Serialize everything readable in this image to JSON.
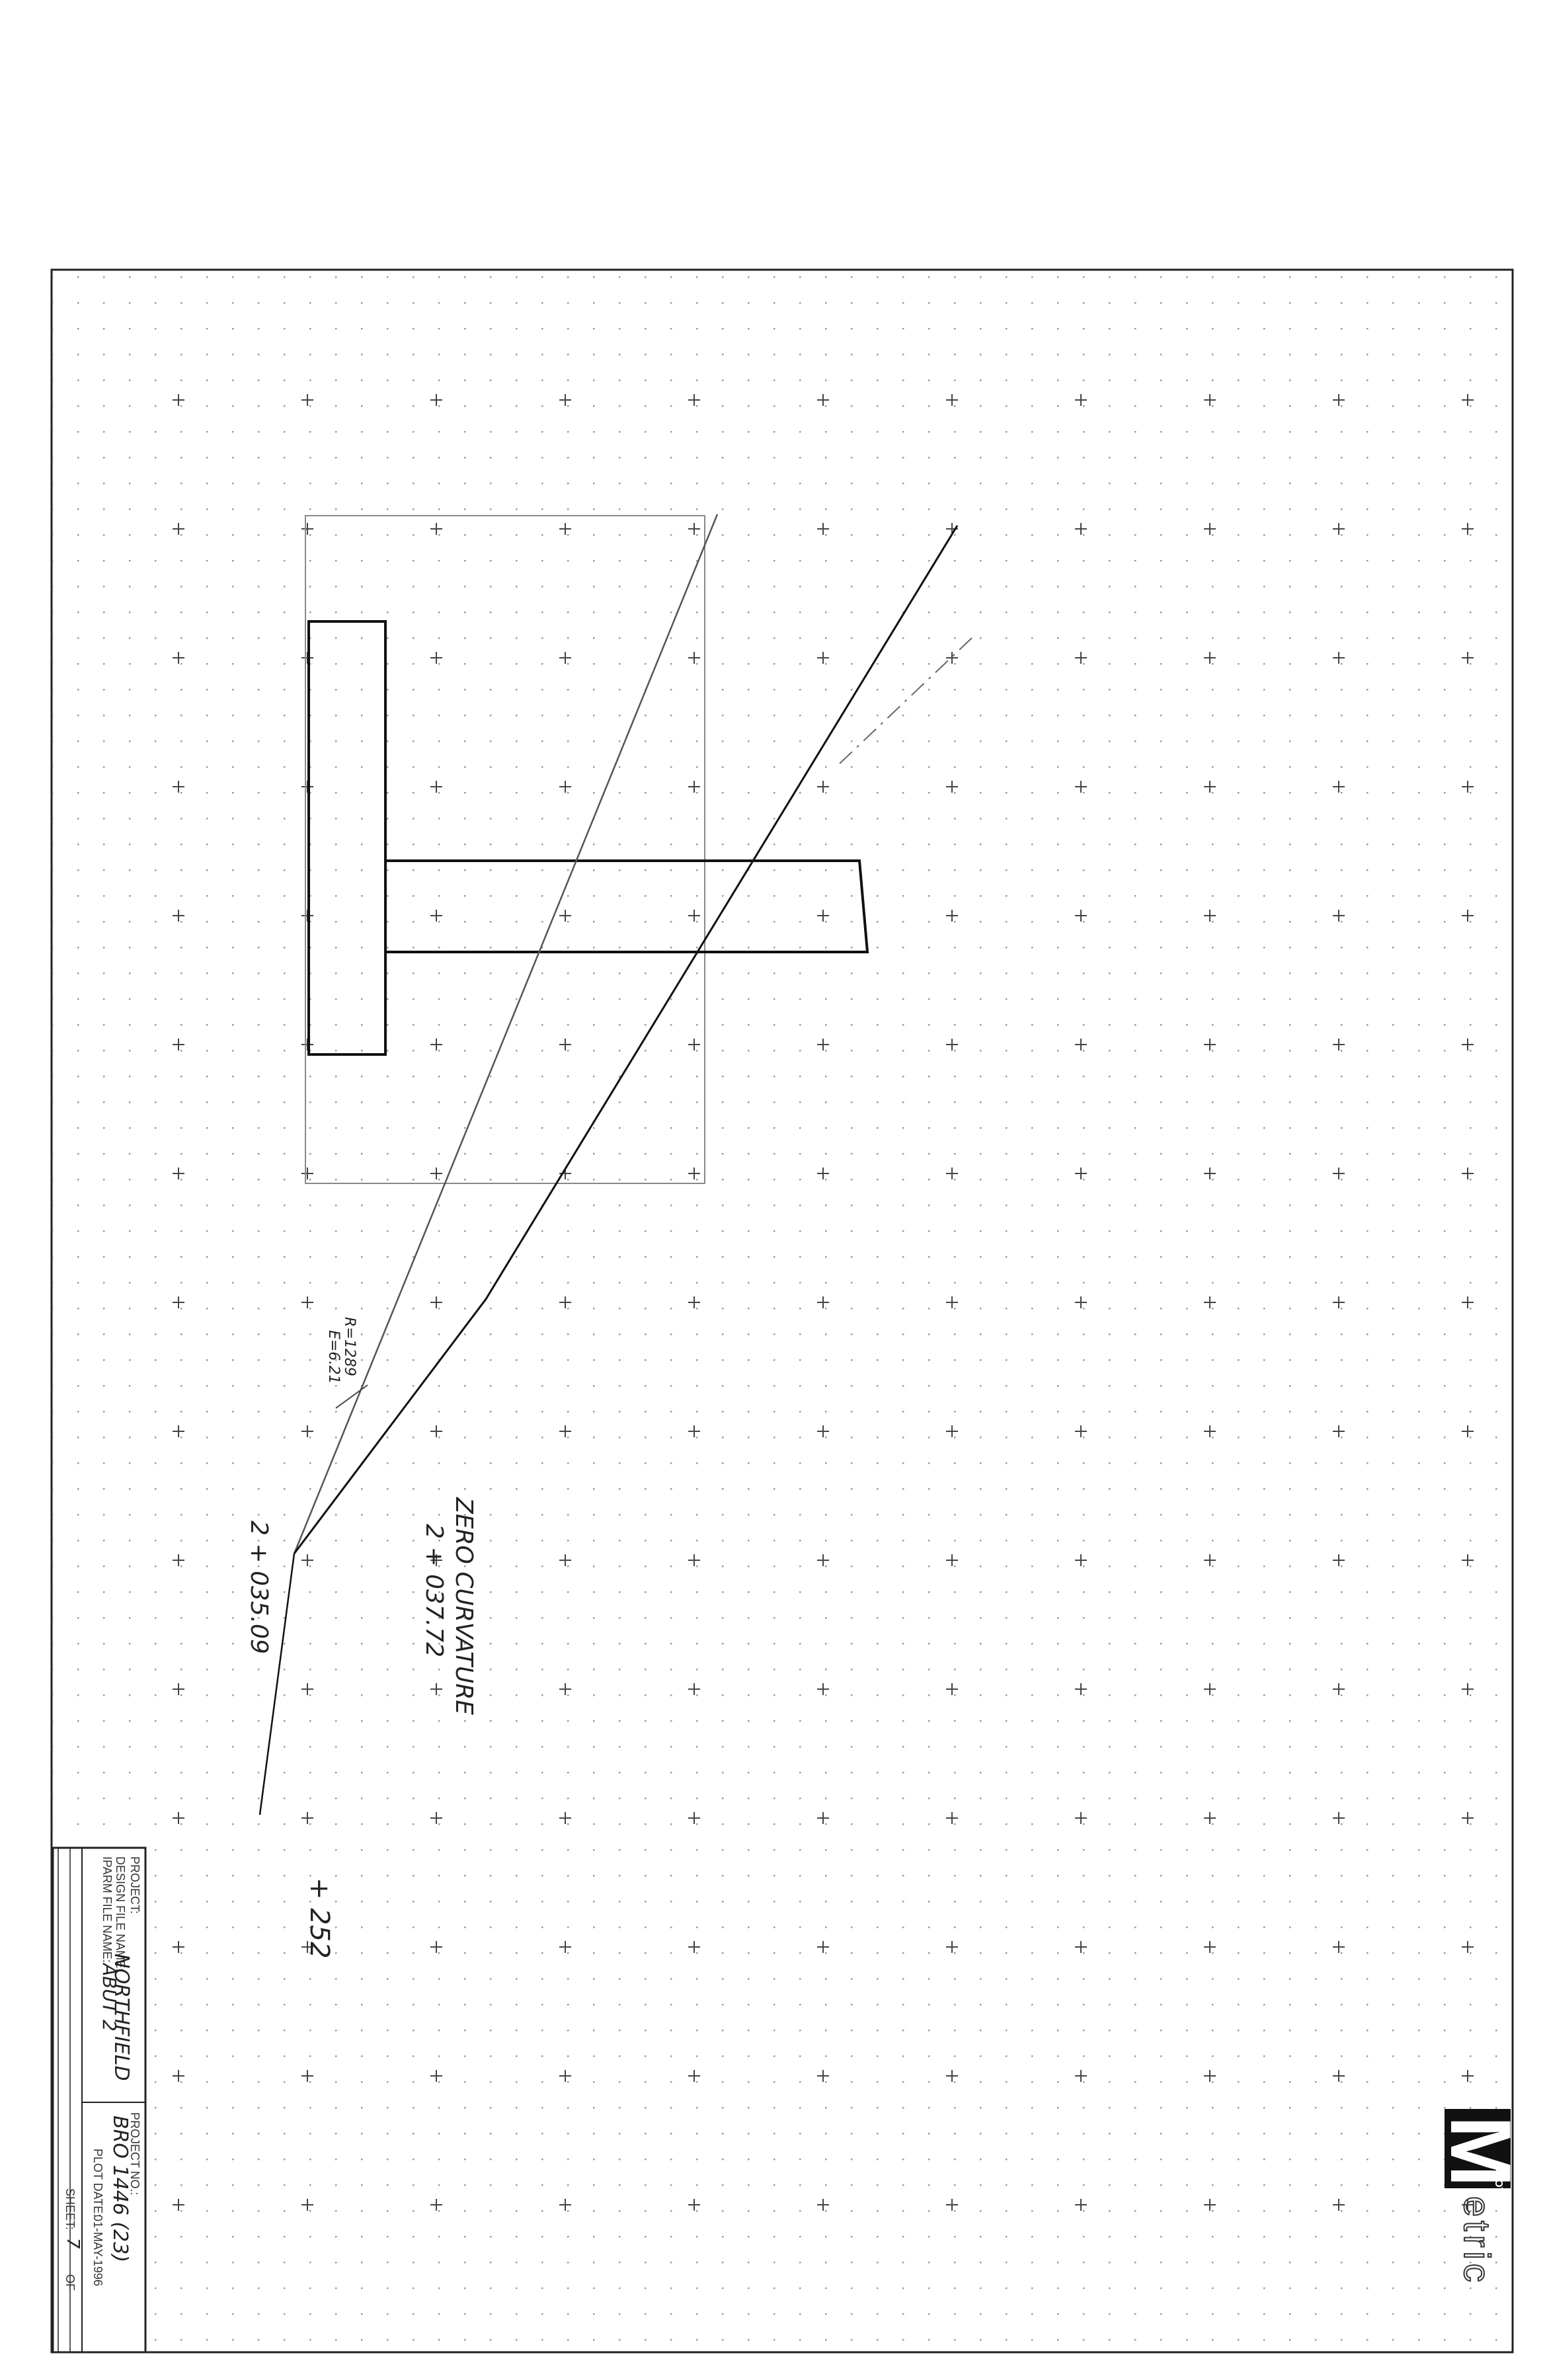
{
  "sheet": {
    "paper_color": "#ffffff",
    "ink_color": "#111111",
    "grid_color": "#9a9a9a"
  },
  "title_block": {
    "project_label": "PROJECT:",
    "project_value": "NORTHFIELD",
    "design_file_label": "DESIGN FILE NAME:",
    "parm_file_label": "IPARM FILE NAME:",
    "parm_file_value": "ABUT 2",
    "project_no_label": "PROJECT NO.:",
    "project_no_value": "BRO 1446 (23)",
    "plot_date_label": "PLOT DATE:",
    "plot_date_value": "01-MAY-1996",
    "sheet_label": "SHEET:",
    "sheet_value": "7",
    "of_label": "OF"
  },
  "logo": {
    "letter": "M",
    "tag": "SDOT",
    "rest": "etric"
  },
  "annotations": {
    "station_1": "2 + 035.09",
    "zero_label": "ZERO CURVATURE",
    "station_2": "2 + 037.72",
    "note_r": "R=1289",
    "note_e": "E=6.21",
    "station_3": "+ 252"
  }
}
